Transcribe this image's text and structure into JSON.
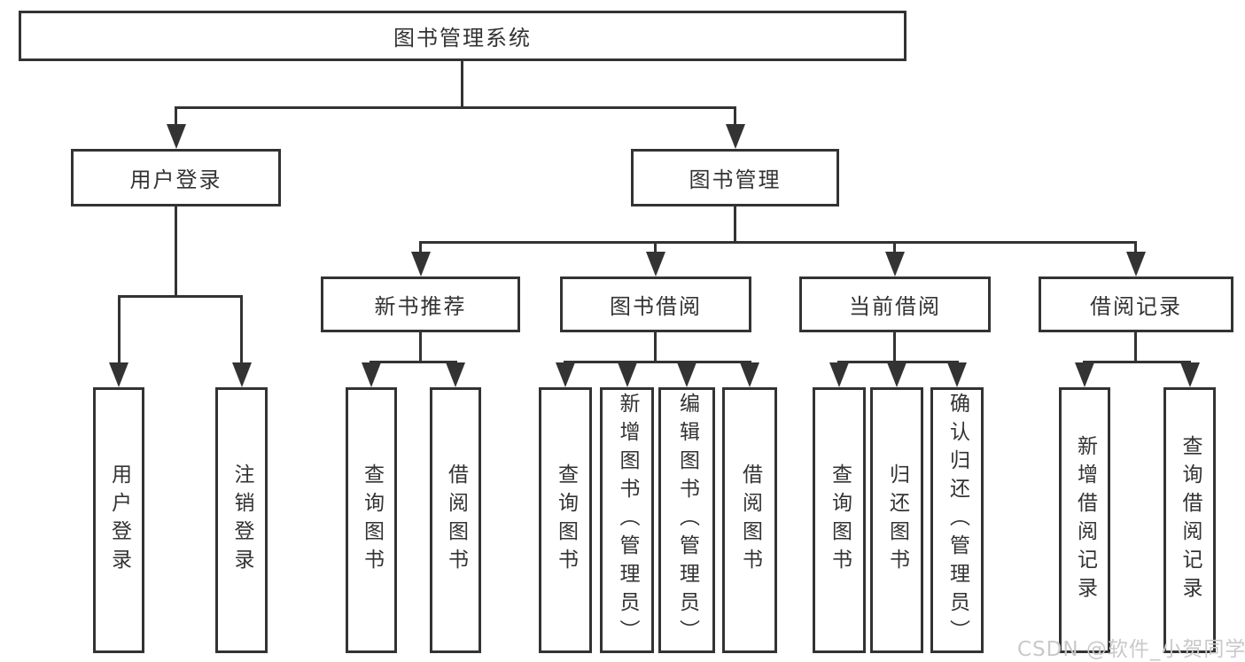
{
  "watermark": "CSDN @软件_小贺同学",
  "nodes": {
    "root": "图书管理系统",
    "user_login": "用户登录",
    "book_mgmt": "图书管理",
    "new_book_rec": "新书推荐",
    "book_borrow": "图书借阅",
    "current_borrow": "当前借阅",
    "borrow_records": "借阅记录",
    "ul_user_login": "用户登录",
    "ul_logout": "注销登录",
    "nb_query_books": "查询图书",
    "nb_borrow_books": "借阅图书",
    "bb_query_books": "查询图书",
    "bb_add_books": "新增图书（管理员）",
    "bb_edit_books": "编辑图书（管理员）",
    "bb_borrow_books": "借阅图书",
    "cb_query_books": "查询图书",
    "cb_return_books": "归还图书",
    "cb_confirm_return": "确认归还（管理员）",
    "br_add_record": "新增借阅记录",
    "br_query_record": "查询借阅记录"
  },
  "hierarchy": {
    "root": "图书管理系统",
    "children": [
      {
        "label": "用户登录",
        "children": [
          "用户登录",
          "注销登录"
        ]
      },
      {
        "label": "图书管理",
        "children": [
          {
            "label": "新书推荐",
            "children": [
              "查询图书",
              "借阅图书"
            ]
          },
          {
            "label": "图书借阅",
            "children": [
              "查询图书",
              "新增图书（管理员）",
              "编辑图书（管理员）",
              "借阅图书"
            ]
          },
          {
            "label": "当前借阅",
            "children": [
              "查询图书",
              "归还图书",
              "确认归还（管理员）"
            ]
          },
          {
            "label": "借阅记录",
            "children": [
              "新增借阅记录",
              "查询借阅记录"
            ]
          }
        ]
      }
    ]
  }
}
